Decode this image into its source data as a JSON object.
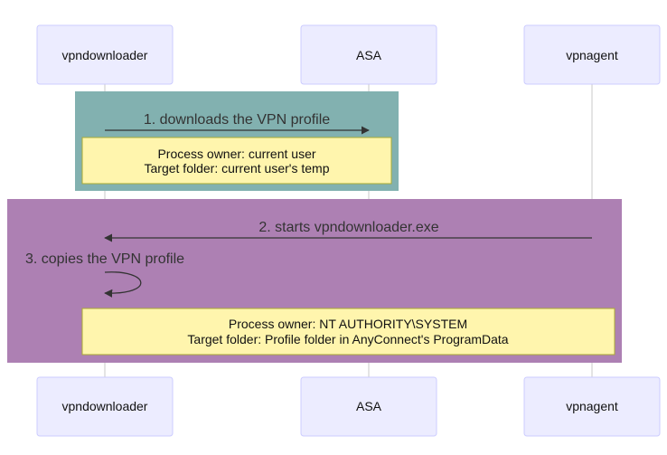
{
  "actors": [
    {
      "id": "downloader",
      "name": "vpndownloader"
    },
    {
      "id": "asa",
      "name": "ASA"
    },
    {
      "id": "agent",
      "name": "vpnagent"
    }
  ],
  "regions": [
    {
      "color": "#82b1b0"
    },
    {
      "color": "#ad80b3"
    }
  ],
  "messages": [
    {
      "from": "downloader",
      "to": "asa",
      "label": "1. downloads the VPN profile"
    },
    {
      "from": "agent",
      "to": "downloader",
      "label": "2. starts vpndownloader.exe"
    },
    {
      "from": "downloader",
      "to": "downloader",
      "label": "3. copies the VPN profile"
    }
  ],
  "notes": [
    {
      "lines": [
        "Process owner: current user",
        "Target folder: current user's temp"
      ]
    },
    {
      "lines": [
        "Process owner: NT AUTHORITY\\SYSTEM",
        "Target folder: Profile folder in AnyConnect's ProgramData"
      ]
    }
  ]
}
